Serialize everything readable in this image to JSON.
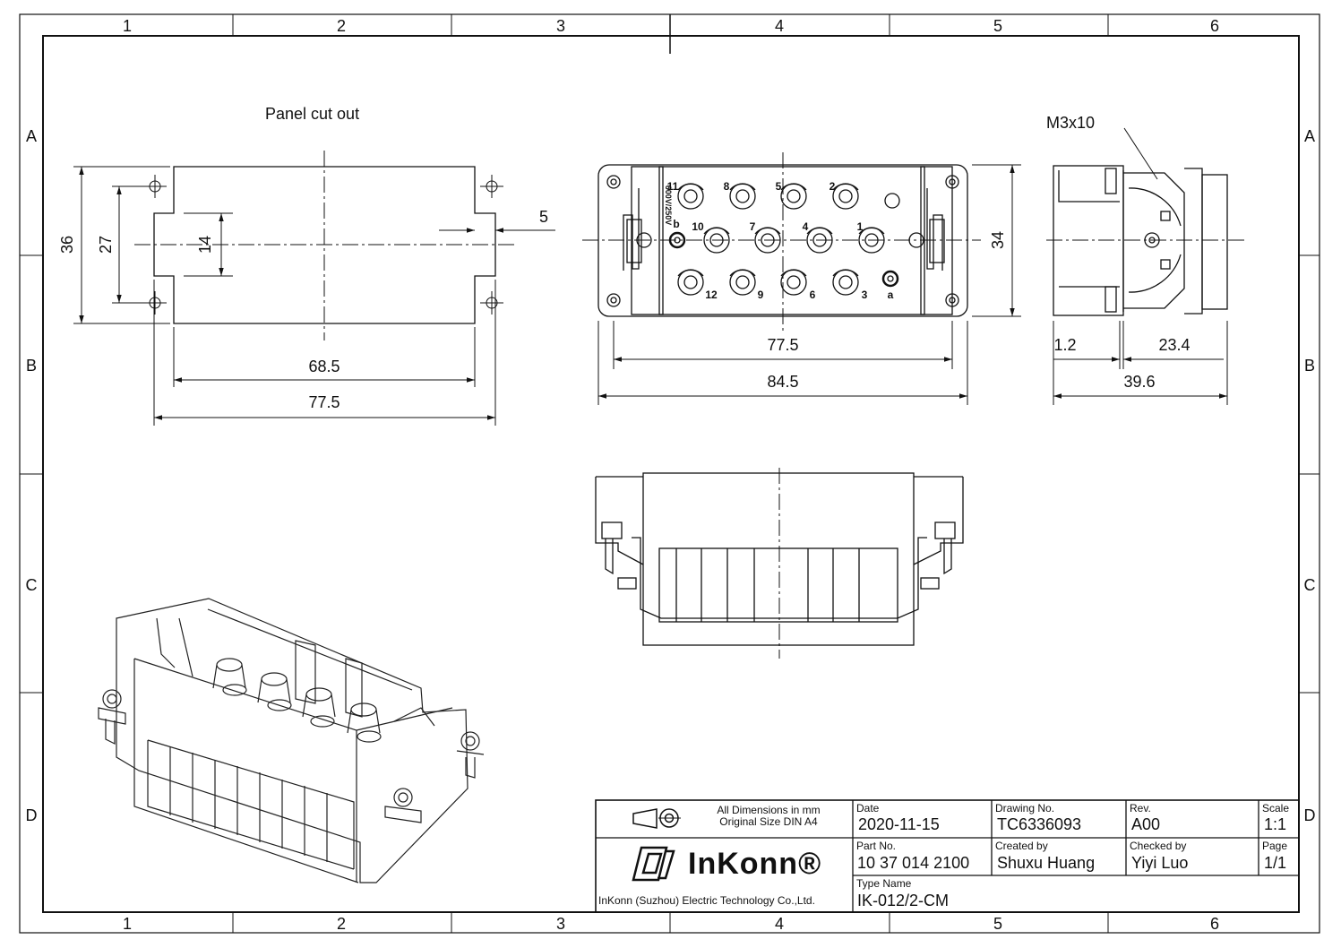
{
  "border": {
    "columns": [
      "1",
      "2",
      "3",
      "4",
      "5",
      "6"
    ],
    "rows": [
      "A",
      "B",
      "C",
      "D"
    ]
  },
  "panel_view": {
    "title": "Panel cut out",
    "dims": {
      "height_outer": "36",
      "height_holes": "27",
      "height_inner": "14",
      "notch": "5",
      "width_inner": "68.5",
      "width_outer": "77.5"
    }
  },
  "front_view": {
    "pin_labels_top": [
      "11",
      "8",
      "5",
      "2"
    ],
    "pin_labels_mid": [
      "b",
      "10",
      "7",
      "4",
      "1"
    ],
    "pin_labels_bot": [
      "12",
      "9",
      "6",
      "3",
      "a"
    ],
    "rating_text": "600V/250V",
    "dims": {
      "width_inner": "77.5",
      "width_outer": "84.5",
      "height": "34"
    }
  },
  "side_view": {
    "screw_label": "M3x10",
    "dims": {
      "left": "1.2",
      "right": "23.4",
      "total": "39.6"
    }
  },
  "title_block": {
    "note_line1": "All Dimensions in mm",
    "note_line2": "Original Size DIN A4",
    "date_label": "Date",
    "date_value": "2020-11-15",
    "drawing_no_label": "Drawing No.",
    "drawing_no_value": "TC6336093",
    "rev_label": "Rev.",
    "rev_value": "A00",
    "scale_label": "Scale",
    "scale_value": "1:1",
    "part_no_label": "Part No.",
    "part_no_value": "10 37 014 2100",
    "created_by_label": "Created by",
    "created_by_value": "Shuxu Huang",
    "checked_by_label": "Checked by",
    "checked_by_value": "Yiyi Luo",
    "page_label": "Page",
    "page_value": "1/1",
    "type_name_label": "Type Name",
    "type_name_value": "IK-012/2-CM",
    "company_logo": "InKonn®",
    "company_name": "InKonn (Suzhou) Electric Technology Co.,Ltd."
  }
}
